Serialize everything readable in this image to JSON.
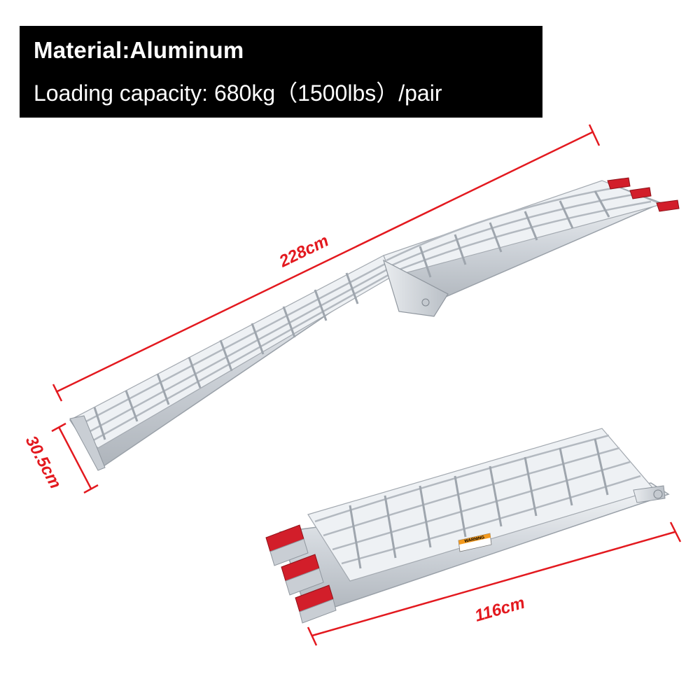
{
  "specs": {
    "material": "Material:Aluminum",
    "capacity": "Loading capacity: 680kg（1500lbs）/pair"
  },
  "dimensions": {
    "length_unfolded": "228cm",
    "width": "30.5cm",
    "length_folded": "116cm"
  },
  "product": {
    "warning_label": "WARNING"
  },
  "colors": {
    "dimension_line": "#e3191f",
    "banner_bg": "#000000",
    "banner_text": "#ffffff",
    "aluminum": "#d9dde2",
    "rubber_tip": "#d21e2a"
  }
}
